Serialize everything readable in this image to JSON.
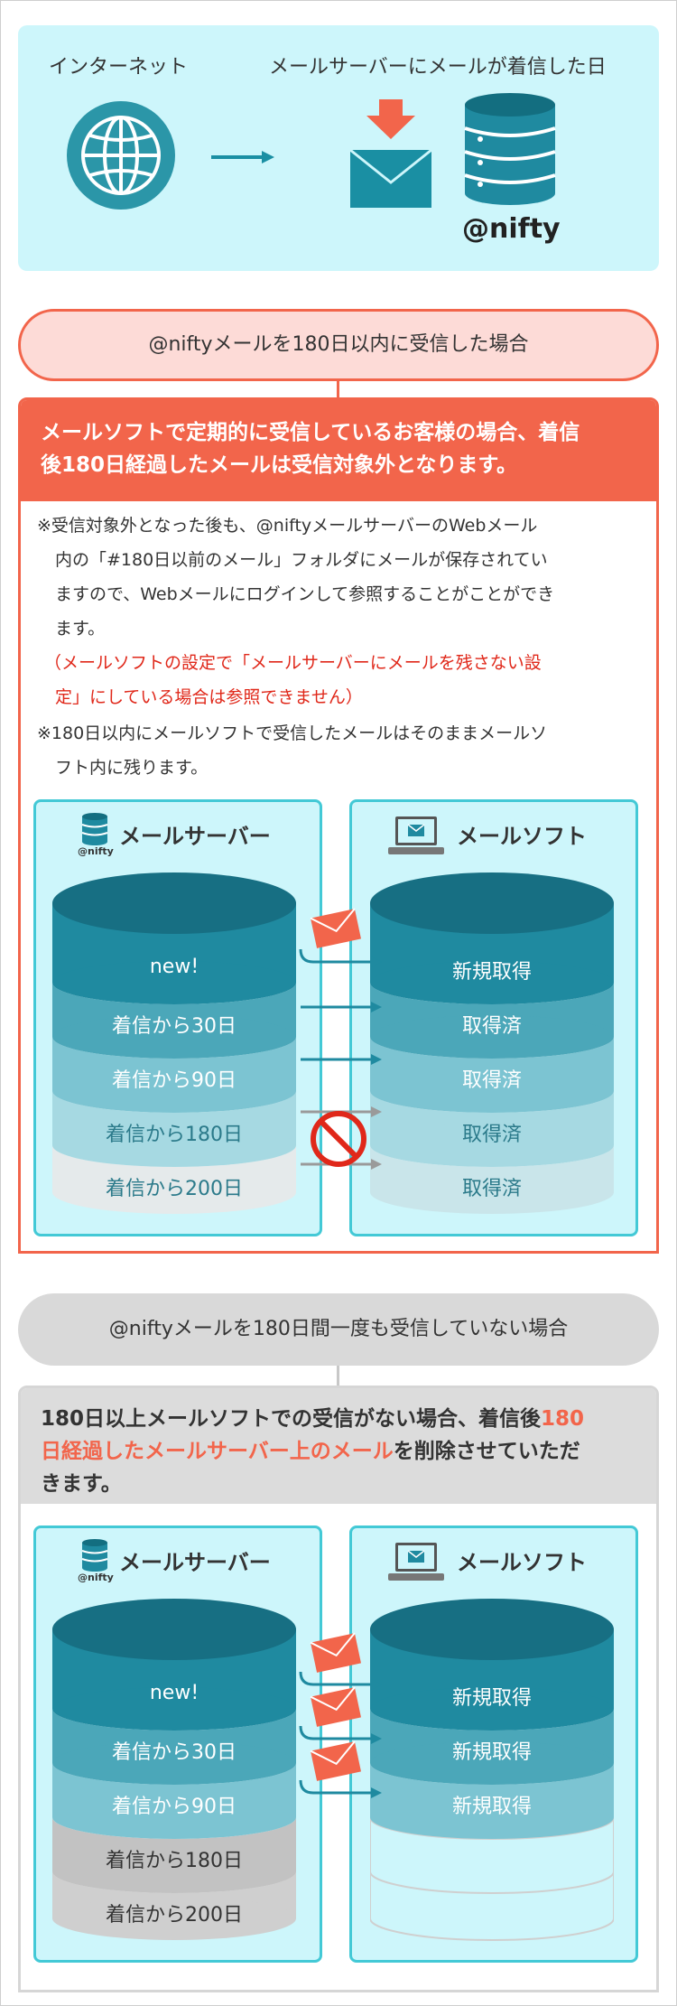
{
  "top": {
    "internet_label": "インターネット",
    "server_label": "メールサーバーにメールが着信した日",
    "brand": "@nifty"
  },
  "case1": {
    "pill": "@niftyメールを180日以内に受信した場合",
    "heading_line1": "メールソフトで定期的に受信しているお客様の場合、着信",
    "heading_line2": "後180日経過したメールは受信対象外となります。",
    "note1_l1": "※受信対象外となった後も、@niftyメールサーバーのWebメール",
    "note1_l2": "内の「#180日以前のメール」フォルダにメールが保存されてい",
    "note1_l3": "ますので、Webメールにログインして参照することがことができ",
    "note1_l4": "ます。",
    "note_red_l1": "（メールソフトの設定で「メールサーバーにメールを残さない設",
    "note_red_l2": "定」にしている場合は参照できません）",
    "note2_l1": "※180日以内にメールソフトで受信したメールはそのままメールソ",
    "note2_l2": "フト内に残ります。",
    "server_title": "メールサーバー",
    "client_title": "メールソフト",
    "brand_small": "@nifty",
    "server_layers": [
      "new!",
      "着信から30日",
      "着信から90日",
      "着信から180日",
      "着信から200日"
    ],
    "client_layers": [
      "新規取得",
      "取得済",
      "取得済",
      "取得済",
      "取得済"
    ]
  },
  "case2": {
    "pill": "@niftyメールを180日間一度も受信していない場合",
    "heading_l1_a": "180日以上メールソフトでの受信がない場合、着信後",
    "heading_l1_b": "180",
    "heading_l2_a": "日経過したメールサーバー上のメール",
    "heading_l2_b": "を削除させていただ",
    "heading_l3": "きます。",
    "server_title": "メールサーバー",
    "client_title": "メールソフト",
    "brand_small": "@nifty",
    "server_layers": [
      "new!",
      "着信から30日",
      "着信から90日",
      "着信から180日",
      "着信から200日"
    ],
    "client_layers": [
      "新規取得",
      "新規取得",
      "新規取得"
    ]
  },
  "colors": {
    "accent": "#f2654b",
    "teal_dark": "#1a7f93",
    "teal": "#43c9d6",
    "light_bg": "#cdf6fb"
  }
}
